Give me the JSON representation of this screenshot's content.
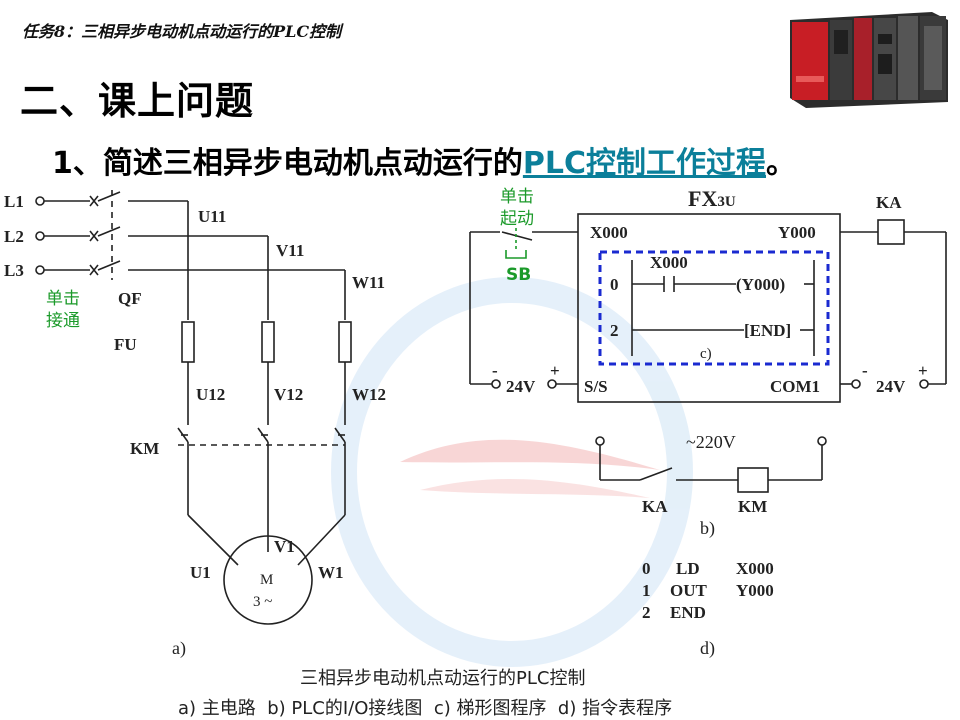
{
  "slide": {
    "header": "任务8：三相异步电动机点动运行的PLC控制",
    "section_title": "二、课上问题",
    "question_prefix": "1、简述三相异步电动机点动运行的",
    "question_link": "PLC控制工作过程",
    "question_suffix": "。"
  },
  "main_circuit": {
    "lines": [
      "L1",
      "L2",
      "L3"
    ],
    "breaker_note": [
      "单击",
      "接通"
    ],
    "breaker": "QF",
    "fuse": "FU",
    "upper_labels": [
      "U11",
      "V11",
      "W11"
    ],
    "lower_labels": [
      "U12",
      "V12",
      "W12"
    ],
    "contactor": "KM",
    "motor": {
      "name": "M",
      "phase": "3 ~",
      "terminals": [
        "U1",
        "V1",
        "W1"
      ]
    },
    "caption": "a)"
  },
  "plc_wiring": {
    "model_prefix": "FX",
    "model_suffix": "3U",
    "button_note": [
      "单击",
      "起动"
    ],
    "button": "SB",
    "input": "X000",
    "output": "Y000",
    "relay": "KA",
    "common_in": "S/S",
    "common_out": "COM1",
    "supply": "24V",
    "minus": "-",
    "plus": "+",
    "ladder": {
      "rung0_number": "0",
      "rung0_contact": "X000",
      "rung0_coil": "(Y000)",
      "rung1_number": "2",
      "rung1_end": "[END]",
      "caption": "c)"
    }
  },
  "control_circuit": {
    "voltage": "~220V",
    "contact": "KA",
    "coil": "KM",
    "caption": "b)"
  },
  "instruction_list": {
    "rows": [
      {
        "step": "0",
        "op": "LD",
        "operand": "X000"
      },
      {
        "step": "1",
        "op": "OUT",
        "operand": "Y000"
      },
      {
        "step": "2",
        "op": "END",
        "operand": ""
      }
    ],
    "caption": "d)"
  },
  "figure_caption": {
    "title": "三相异步电动机点动运行的PLC控制",
    "legend": "a) 主电路  b) PLC的I/O接线图  c) 梯形图程序  d) 指令表程序"
  },
  "colors": {
    "link": "#0b7f9a",
    "note": "#1b9a2a",
    "frame": "#1a2ad0"
  }
}
